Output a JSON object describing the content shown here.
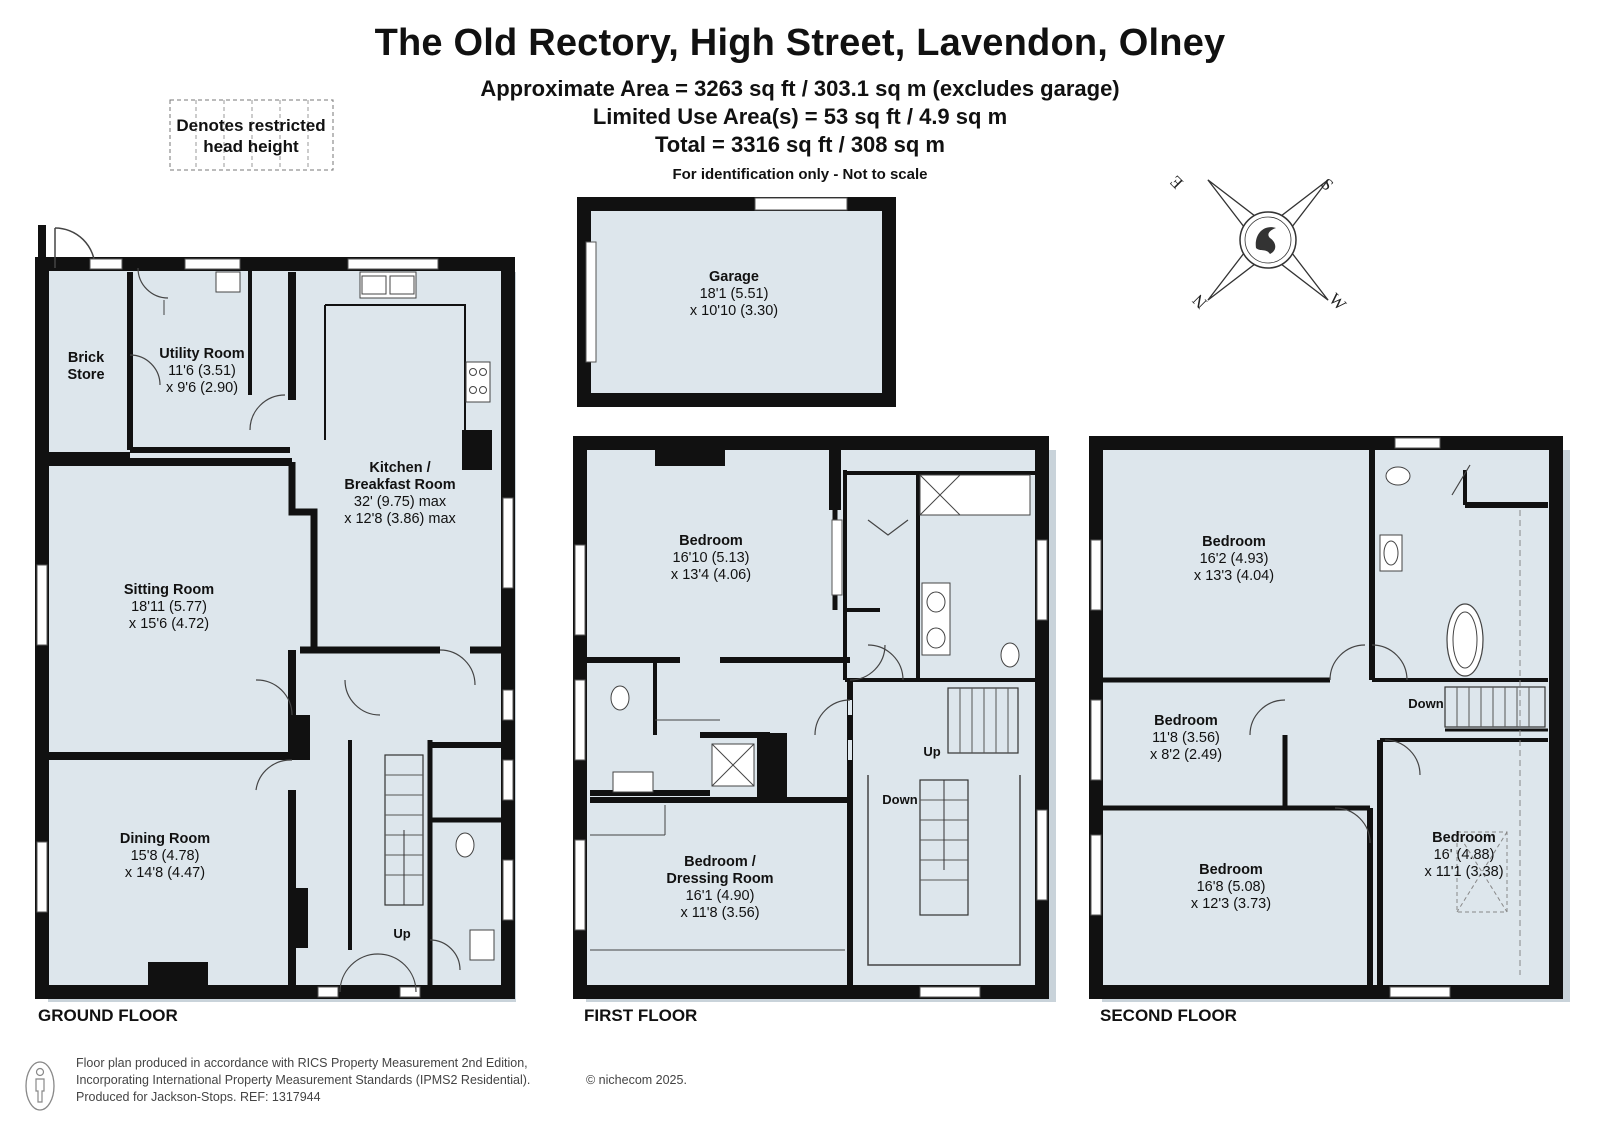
{
  "header": {
    "title": "The Old Rectory, High Street, Lavendon, Olney",
    "area_approx": "Approximate Area = 3263 sq ft / 303.1 sq m (excludes garage)",
    "area_limited": "Limited Use Area(s) = 53 sq ft / 4.9 sq m",
    "area_total": "Total = 3316 sq ft / 308 sq m",
    "note": "For identification only - Not to scale"
  },
  "legend": {
    "line1": "Denotes restricted",
    "line2": "head height"
  },
  "compass": {
    "n": "N",
    "s": "S",
    "e": "E",
    "w": "W"
  },
  "floors": {
    "ground": "GROUND FLOOR",
    "first": "FIRST FLOOR",
    "second": "SECOND FLOOR"
  },
  "rooms": {
    "garage": {
      "name": "Garage",
      "dim1": "18'1 (5.51)",
      "dim2": "x 10'10 (3.30)"
    },
    "brick_store": {
      "name1": "Brick",
      "name2": "Store"
    },
    "utility": {
      "name": "Utility Room",
      "dim1": "11'6 (3.51)",
      "dim2": "x 9'6 (2.90)"
    },
    "kitchen": {
      "name1": "Kitchen /",
      "name2": "Breakfast Room",
      "dim1": "32' (9.75) max",
      "dim2": "x 12'8 (3.86) max"
    },
    "sitting": {
      "name": "Sitting Room",
      "dim1": "18'11 (5.77)",
      "dim2": "x 15'6 (4.72)"
    },
    "dining": {
      "name": "Dining Room",
      "dim1": "15'8 (4.78)",
      "dim2": "x 14'8 (4.47)"
    },
    "ff_bedroom": {
      "name": "Bedroom",
      "dim1": "16'10 (5.13)",
      "dim2": "x 13'4 (4.06)"
    },
    "ff_dressing": {
      "name1": "Bedroom /",
      "name2": "Dressing Room",
      "dim1": "16'1 (4.90)",
      "dim2": "x 11'8 (3.56)"
    },
    "sf_bedroom1": {
      "name": "Bedroom",
      "dim1": "16'2 (4.93)",
      "dim2": "x 13'3 (4.04)"
    },
    "sf_bedroom2": {
      "name": "Bedroom",
      "dim1": "11'8 (3.56)",
      "dim2": "x 8'2 (2.49)"
    },
    "sf_bedroom3": {
      "name": "Bedroom",
      "dim1": "16'8 (5.08)",
      "dim2": "x 12'3 (3.73)"
    },
    "sf_bedroom4": {
      "name": "Bedroom",
      "dim1": "16' (4.88)",
      "dim2": "x 11'1 (3.38)"
    }
  },
  "stairs": {
    "gf_up": "Up",
    "ff_up": "Up",
    "ff_down": "Down",
    "sf_down": "Down"
  },
  "colors": {
    "floor_fill": "#dde6ec",
    "wall": "#111111",
    "window": "#ffffff"
  },
  "footer": {
    "line1": "Floor plan produced in accordance with RICS Property Measurement 2nd Edition,",
    "line2": "Incorporating International Property Measurement Standards (IPMS2 Residential).",
    "line3": "Produced for Jackson-Stops.   REF:  1317944",
    "copyright": "© nichecom 2025."
  }
}
